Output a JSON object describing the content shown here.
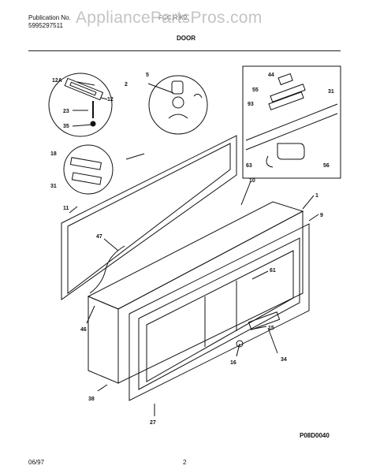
{
  "header": {
    "publication_label": "Publication No.",
    "publication_number": "5995297511",
    "model": "FCC.R.K2",
    "section_title": "DOOR"
  },
  "watermark": "AppliancePartsPros.com",
  "figure_code": "P08D0040",
  "footer": {
    "date": "06/97",
    "page": "2"
  },
  "callouts": [
    "12A",
    "12",
    "23",
    "35",
    "2",
    "5",
    "44",
    "55",
    "31",
    "93",
    "63",
    "56",
    "18",
    "31",
    "10",
    "1",
    "9",
    "11",
    "47",
    "61",
    "46",
    "15",
    "16",
    "34",
    "38",
    "27"
  ],
  "colors": {
    "line": "#111111",
    "watermark": "#c4c4c4"
  }
}
